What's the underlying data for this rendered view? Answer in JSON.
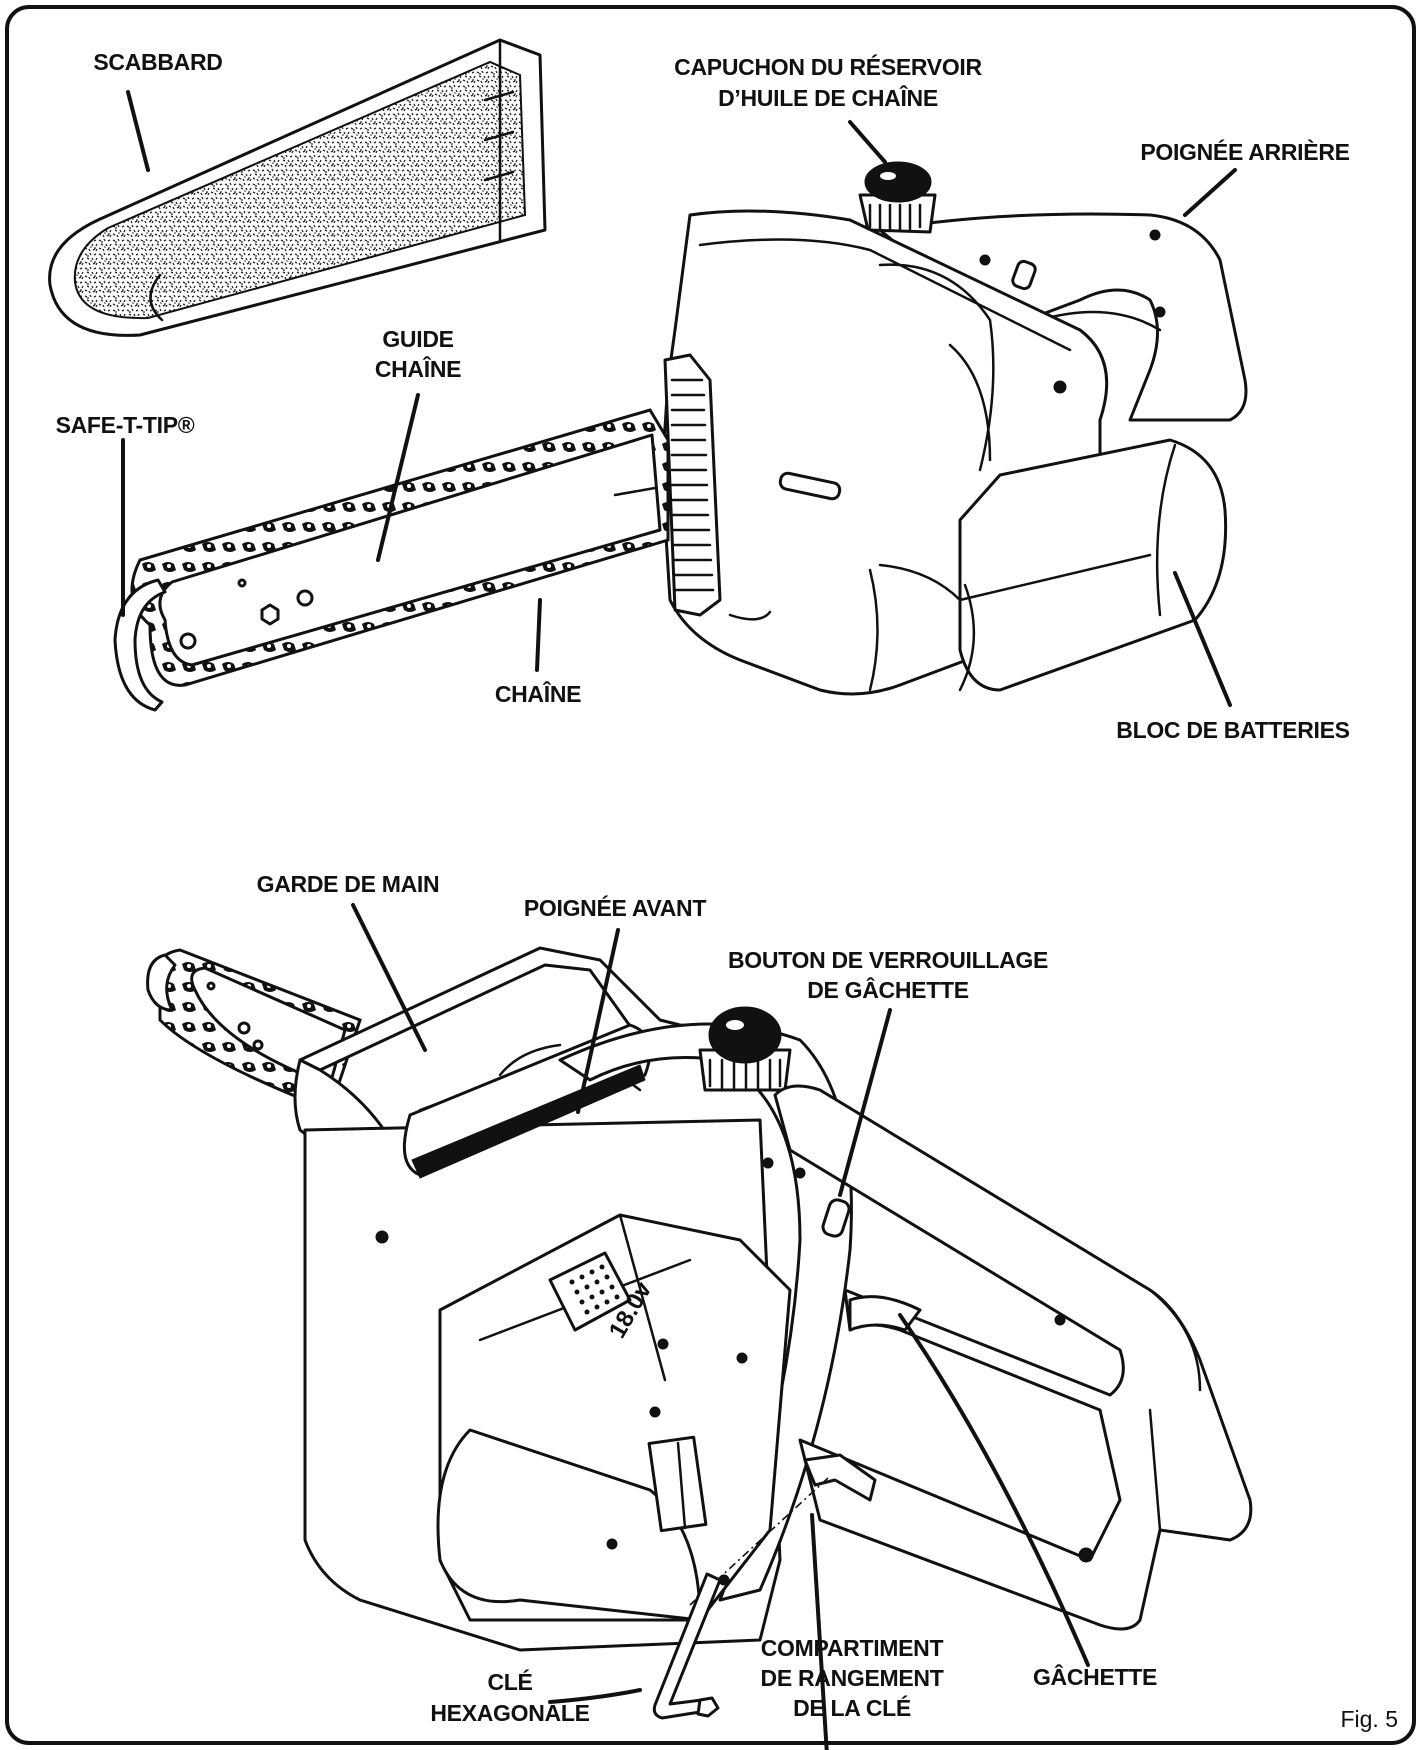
{
  "figure": {
    "number_label": "Fig. 5",
    "theme": {
      "ink": "#111111",
      "paper": "#ffffff"
    }
  },
  "top_view": {
    "labels": {
      "scabbard": "SCABBARD",
      "oil_cap": [
        "CAPUCHON DU RÉSERVOIR",
        "D’HUILE DE CHAÎNE"
      ],
      "rear_handle": "POIGNÉE ARRIÈRE",
      "guide_bar": [
        "GUIDE",
        "CHAÎNE"
      ],
      "safe_t_tip": "SAFE-T-TIP®",
      "chain": "CHAÎNE",
      "battery_pack": "BLOC DE BATTERIES"
    }
  },
  "bottom_view": {
    "labels": {
      "hand_guard": "GARDE DE MAIN",
      "front_handle": "POIGNÉE AVANT",
      "lockout": [
        "BOUTON DE VERROUILLAGE",
        "DE GÂCHETTE"
      ],
      "hex_key": [
        "CLÉ",
        "HEXAGONALE"
      ],
      "key_storage": [
        "COMPARTIMENT",
        "DE RANGEMENT",
        "DE LA CLÉ"
      ],
      "trigger": "GÂCHETTE"
    },
    "battery_marking": "18.0v"
  }
}
